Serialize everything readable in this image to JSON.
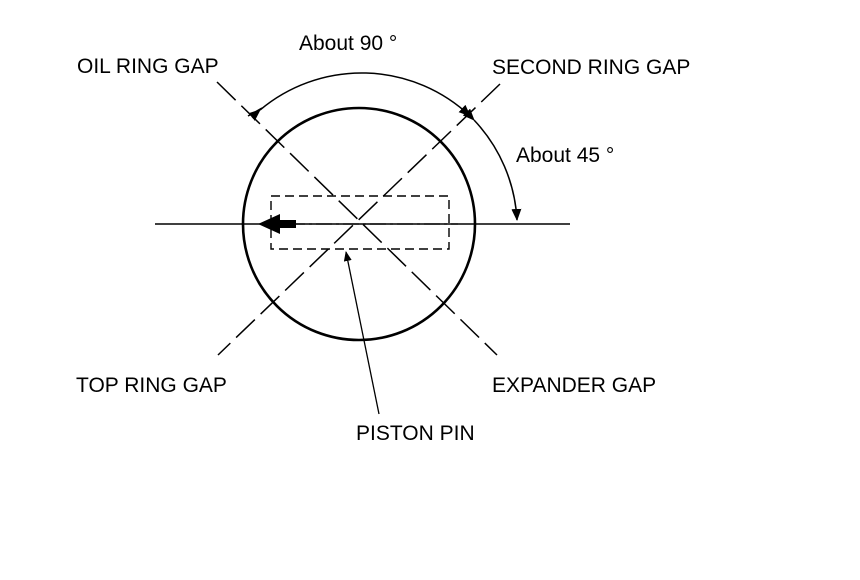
{
  "labels": {
    "oil_ring_gap": "OIL RING GAP",
    "second_ring_gap": "SECOND RING GAP",
    "top_ring_gap": "TOP RING GAP",
    "expander_gap": "EXPANDER GAP",
    "piston_pin": "PISTON PIN",
    "angle_90": "About 90 °",
    "angle_45": "About 45 °"
  },
  "colors": {
    "ink": "#000000",
    "background": "#ffffff"
  }
}
